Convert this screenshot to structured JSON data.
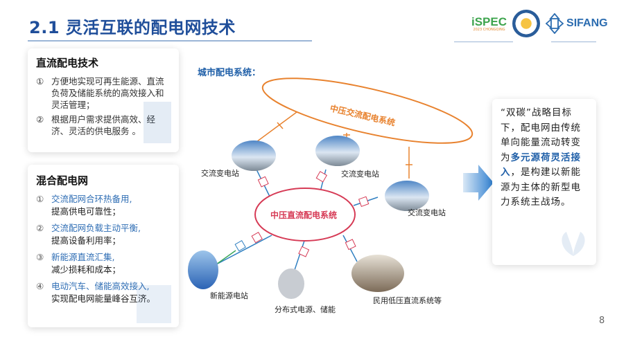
{
  "header": {
    "title": "2.1 灵活互联的配电网技术",
    "logos": {
      "ispec_main": "iSPEC",
      "ispec_sub": "2023 CHONGQING",
      "sifang": "SIFANG"
    }
  },
  "dc_card": {
    "title": "直流配电技术",
    "items": [
      {
        "num": "①",
        "text": "方便地实现可再生能源、直流负荷及储能系统的高效接入和灵活管理；"
      },
      {
        "num": "②",
        "text": "根据用户需求提供高效、经济、灵活的供电服务 。"
      }
    ]
  },
  "hybrid_card": {
    "title": "混合配电网",
    "items": [
      {
        "num": "①",
        "highlight": "交流配网合环热备用,",
        "text": "提高供电可靠性；"
      },
      {
        "num": "②",
        "highlight": "交流配网负载主动平衡,",
        "text": "提高设备利用率；"
      },
      {
        "num": "③",
        "highlight": "新能源直流汇集,",
        "text": "减少损耗和成本；"
      },
      {
        "num": "④",
        "highlight": "电动汽车、储能高效接入,",
        "text": "实现配电网能量峰谷互济。"
      }
    ]
  },
  "diagram": {
    "title": "城市配电系统：",
    "ac_system": "中压交流配电系统",
    "dc_system": "中压直流配电系统",
    "nodes": {
      "ac_sub_1": "交流变电站",
      "ac_sub_2": "交流变电站",
      "ac_sub_3": "交流变电站",
      "renewable": "新能源电站",
      "distributed": "分布式电源、储能",
      "civil_lv_dc": "民用低压直流系统等"
    },
    "colors": {
      "ac": "#e8822e",
      "dc": "#d63a55",
      "line_blue": "#2f7fc1",
      "line_green": "#3aa75a"
    }
  },
  "summary": {
    "part1": "“双碳”战略目标下，配电网由传统单向能量流动转变为",
    "highlight": "多元源荷灵活接入",
    "part2": "，是构建以新能源为主体的新型电力系统主战场。"
  },
  "page_number": "8"
}
